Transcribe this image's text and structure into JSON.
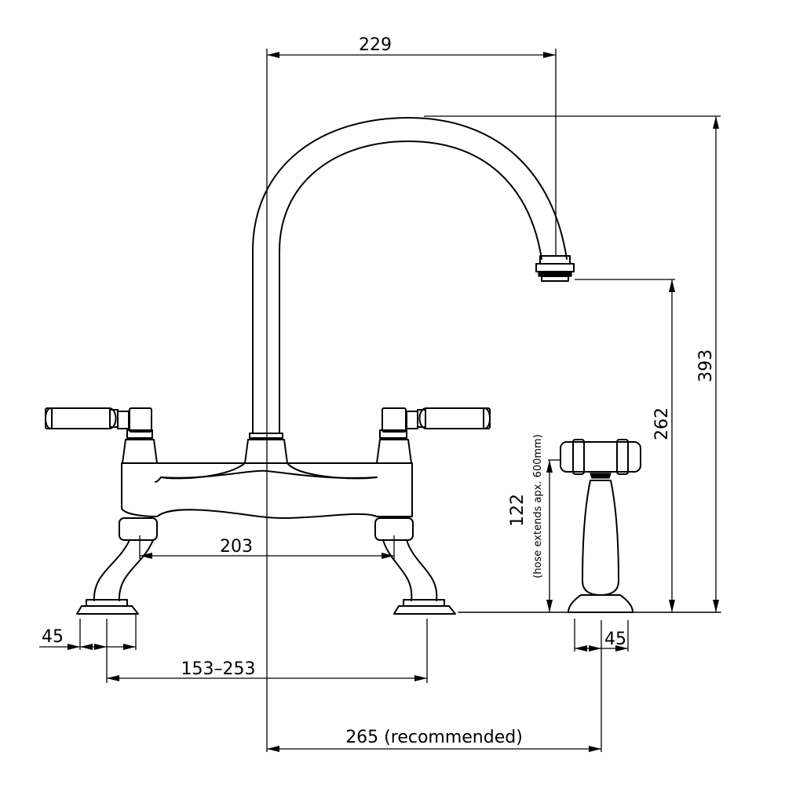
{
  "dimensions": {
    "spout_reach": "229",
    "overall_height": "393",
    "spout_height": "262",
    "hose_height": "122",
    "hose_note": "(hose extends apx. 600mm)",
    "leg_spacing": "203",
    "base_left": "45",
    "base_right": "45",
    "centres": "153–253",
    "spray_distance": "265 (recommended)"
  },
  "colors": {
    "line": "#000000",
    "background": "#ffffff"
  }
}
